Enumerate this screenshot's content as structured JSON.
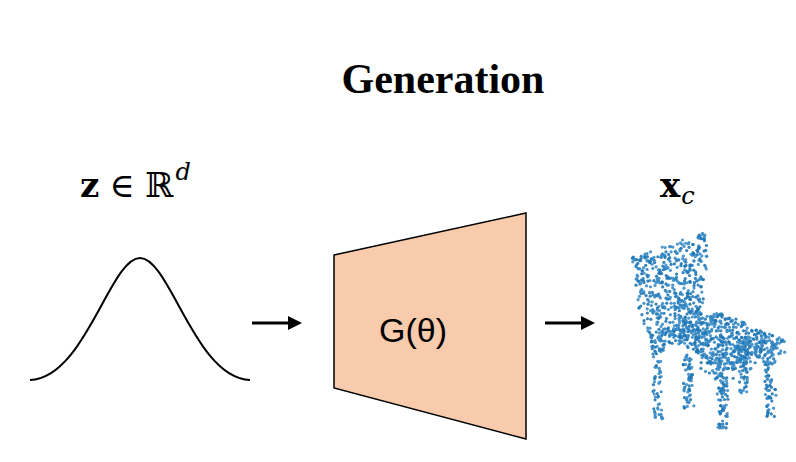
{
  "diagram": {
    "title": "Generation",
    "nodes": [
      {
        "text": [
          "G(θ)"
        ]
      }
    ],
    "labels": [
      "z",
      "∈ ℝ",
      "d",
      "x",
      "c"
    ]
  }
}
